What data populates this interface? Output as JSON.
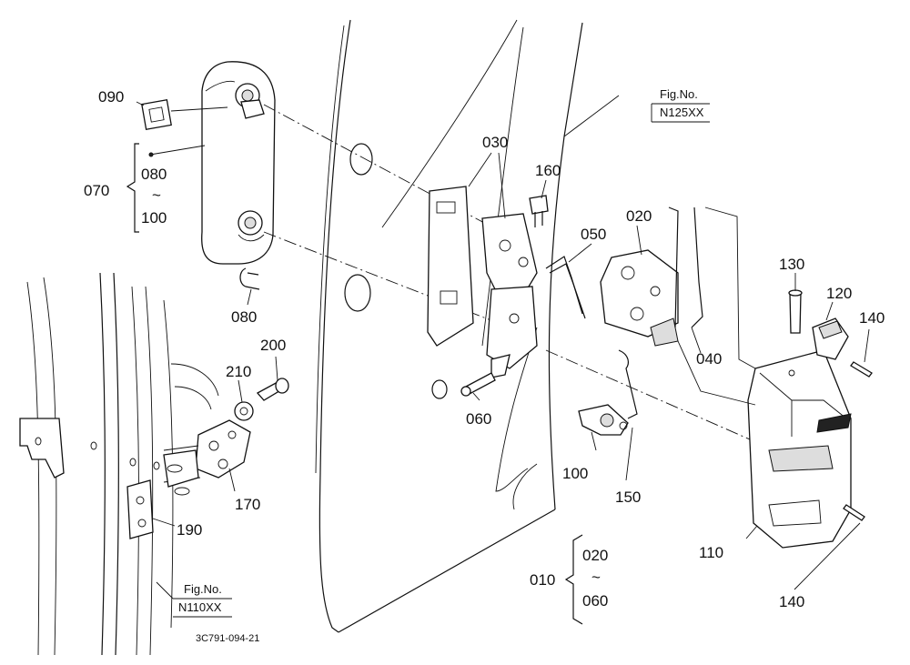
{
  "diagram": {
    "part_labels": {
      "p090": "090",
      "p070": "070",
      "p080a": "080",
      "tilde1": "~",
      "p100a": "100",
      "p080b": "080",
      "p030": "030",
      "p160": "160",
      "p050": "050",
      "p020": "020",
      "p130": "130",
      "p120": "120",
      "p140a": "140",
      "p040": "040",
      "p060": "060",
      "p200": "200",
      "p210": "210",
      "p100b": "100",
      "p150": "150",
      "p170": "170",
      "p190": "190",
      "p110": "110",
      "p140b": "140",
      "p010": "010",
      "p020b": "020",
      "tilde2": "~",
      "p060b": "060"
    },
    "fig_refs": {
      "top_label": "Fig.No.",
      "top_code": "N125XX",
      "bottom_label": "Fig.No.",
      "bottom_code": "N110XX"
    },
    "drawing_code": "3C791-094-21"
  }
}
